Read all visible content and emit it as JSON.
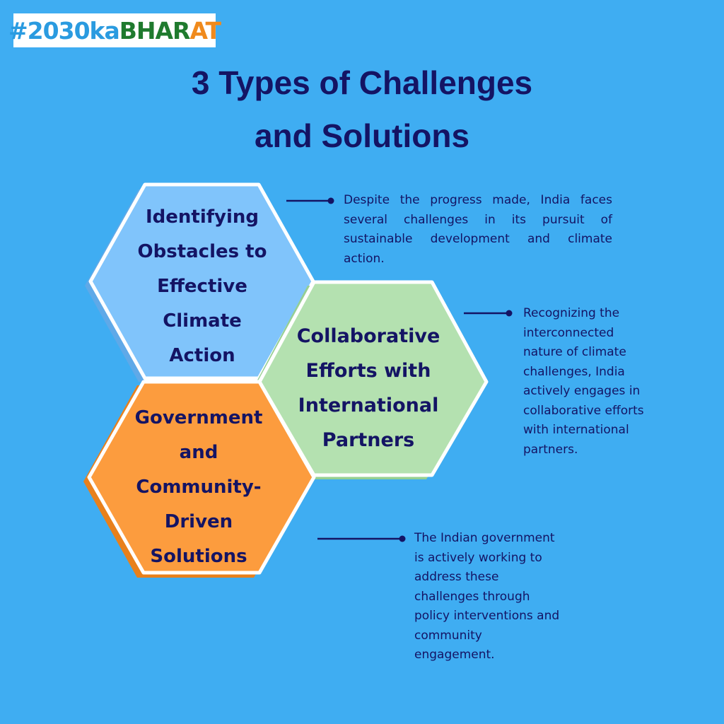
{
  "brand": {
    "hashtag": "#2030ka",
    "part_green": "BHAR",
    "part_orange": "AT"
  },
  "title": {
    "line1": "3 Types of Challenges",
    "line2": "and Solutions"
  },
  "hexagons": [
    {
      "label_lines": [
        "Identifying",
        "Obstacles to",
        "Effective",
        "Climate",
        "Action"
      ],
      "color": "#80c4fb"
    },
    {
      "label_lines": [
        "Collaborative",
        "Efforts with",
        "International",
        "Partners"
      ],
      "color": "#b4e1b0"
    },
    {
      "label_lines": [
        "Government",
        "and",
        "Community-",
        "Driven",
        "Solutions"
      ],
      "color": "#fc9c3e"
    }
  ],
  "descriptions": [
    {
      "text": "Despite the progress made, India faces several challenges in its pursuit of sustainable development and climate action."
    },
    {
      "lines": [
        "Recognizing the",
        "interconnected",
        "nature of climate",
        "challenges, India",
        "actively engages in",
        "collaborative efforts",
        "with international",
        "partners."
      ]
    },
    {
      "lines": [
        "The Indian government",
        "is actively working to",
        "address these",
        "challenges through",
        "policy interventions and",
        "community",
        "engagement."
      ]
    }
  ],
  "colors": {
    "background": "#3fadf2",
    "text_dark": "#141464",
    "hex_border": "#ffffff",
    "hex_shadow": "#5fa9e8",
    "connector": "#141464"
  }
}
